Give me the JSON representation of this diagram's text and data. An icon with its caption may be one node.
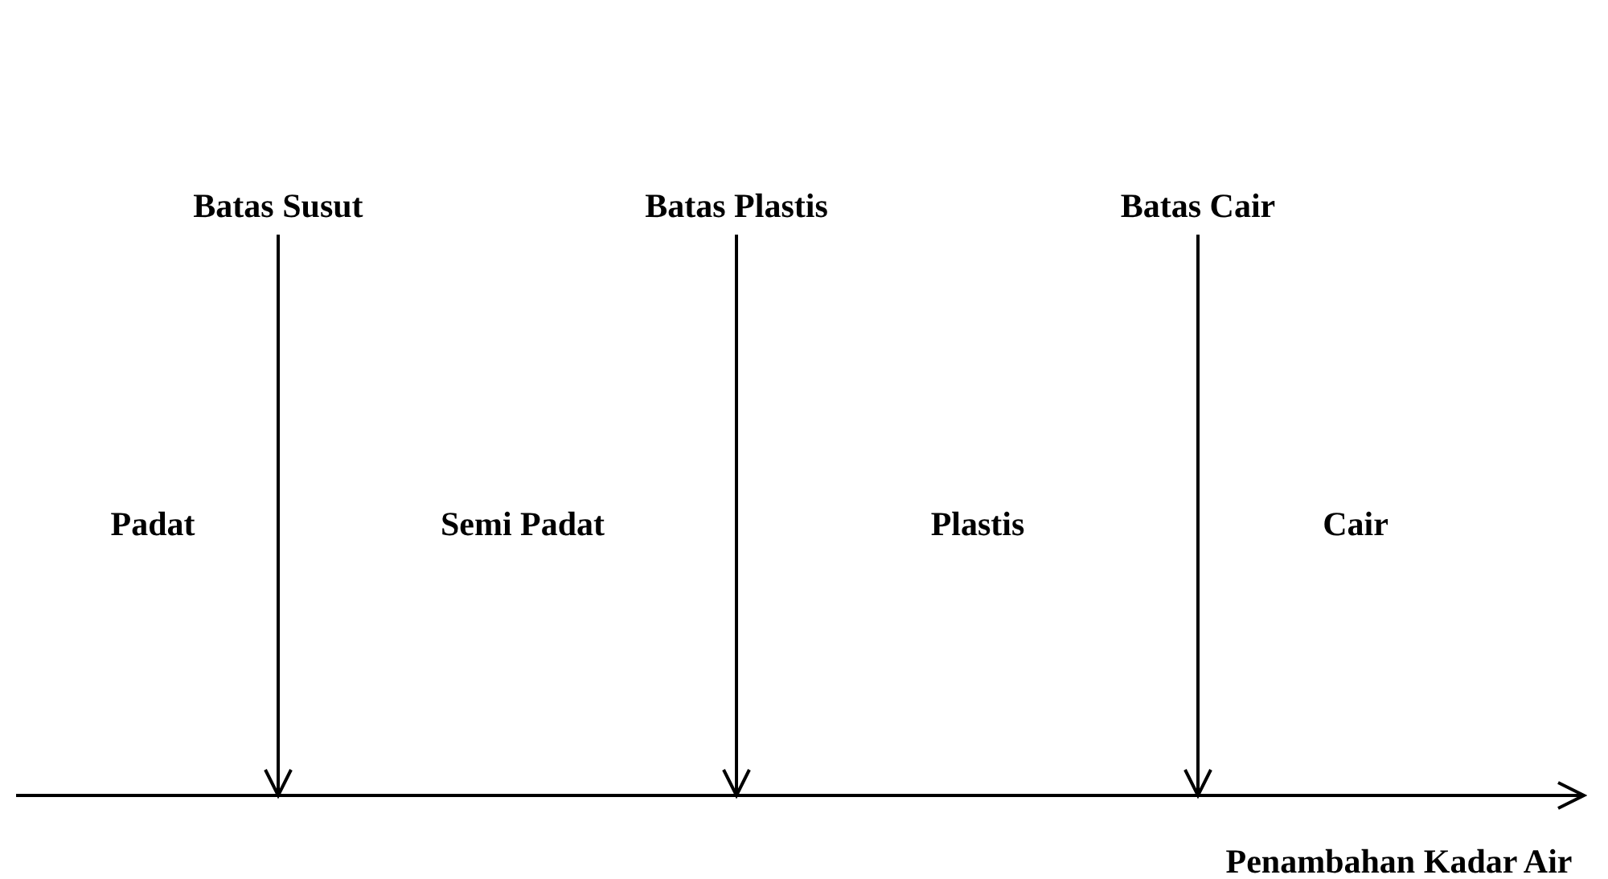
{
  "diagram": {
    "nodes": [
      {
        "text": [
          "Batas Susut"
        ]
      },
      {
        "text": [
          "Batas Plastis"
        ]
      },
      {
        "text": [
          "Batas Cair"
        ]
      }
    ],
    "edges": [
      {
        "from": 0,
        "to": null,
        "arrow": "to"
      },
      {
        "from": 1,
        "to": null,
        "arrow": "to"
      },
      {
        "from": 2,
        "to": null,
        "arrow": "to"
      }
    ],
    "labels": [
      "Padat",
      "Semi Padat",
      "Plastis",
      "Cair",
      "Penambahan Kadar Air"
    ]
  }
}
